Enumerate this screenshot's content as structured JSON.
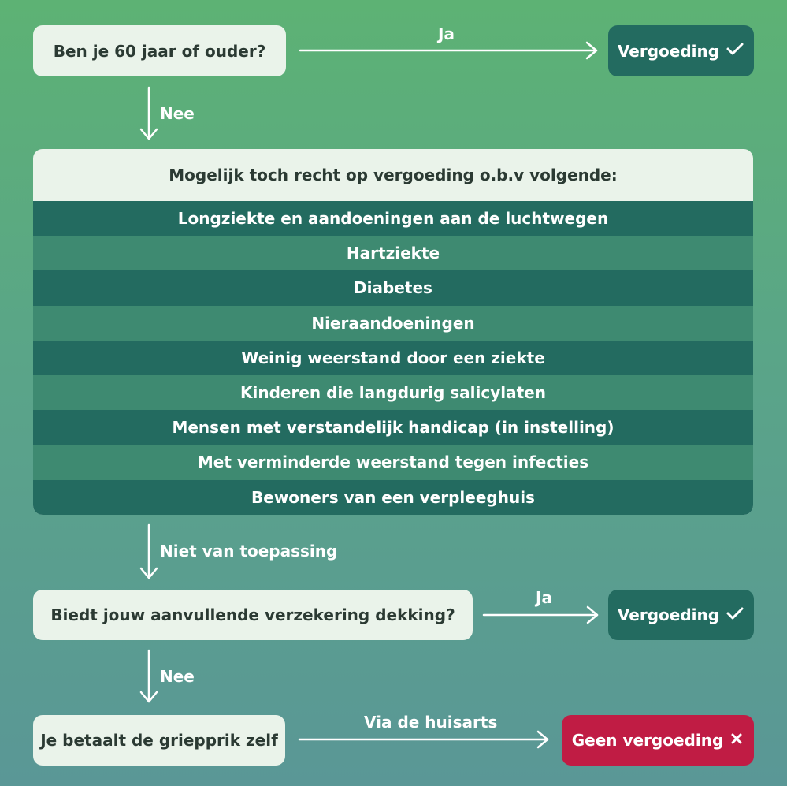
{
  "q1": {
    "text": "Ben je 60 jaar of ouder?",
    "yes_label": "Ja",
    "no_label": "Nee"
  },
  "outcome_yes_1": {
    "text": "Vergoeding"
  },
  "conditions": {
    "title": "Mogelijk toch recht op vergoeding o.b.v volgende:",
    "items": [
      "Longziekte en aandoeningen aan de luchtwegen",
      "Hartziekte",
      "Diabetes",
      "Nieraandoeningen",
      "Weinig weerstand door een ziekte",
      "Kinderen die langdurig salicylaten",
      "Mensen met verstandelijk handicap (in instelling)",
      "Met verminderde weerstand tegen infecties",
      "Bewoners van een verpleeghuis"
    ],
    "not_applicable_label": "Niet van toepassing"
  },
  "q2": {
    "text": "Biedt jouw aanvullende verzekering dekking?",
    "yes_label": "Ja",
    "no_label": "Nee"
  },
  "outcome_yes_2": {
    "text": "Vergoeding"
  },
  "self_pay": {
    "text": "Je betaalt de griepprik zelf",
    "via_label": "Via de huisarts"
  },
  "outcome_no": {
    "text": "Geen vergoeding"
  },
  "icons": {
    "check": "check-icon",
    "cross": "cross-icon"
  },
  "colors": {
    "dark": "#236b60",
    "red": "#c01c44",
    "light": "#eaf3ea"
  }
}
